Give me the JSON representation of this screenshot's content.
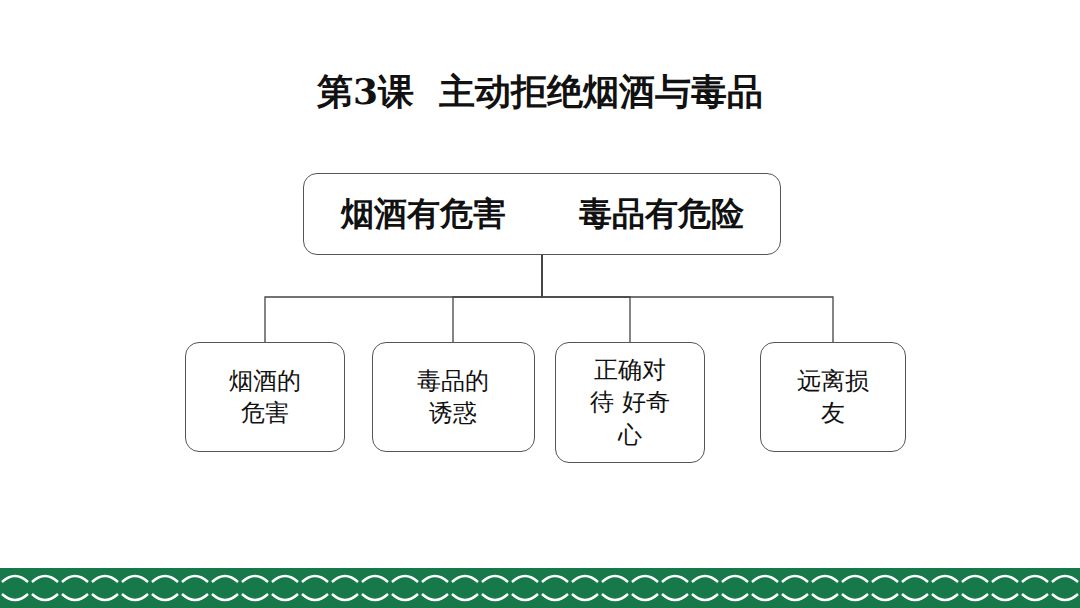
{
  "diagram": {
    "title": "第3课  主动拒绝烟酒与毒品",
    "nodes": [
      {
        "text": [
          "烟酒有危害",
          "毒品有危险"
        ]
      },
      {
        "text": [
          "烟酒的 危害"
        ]
      },
      {
        "text": [
          "毒品的 诱惑"
        ]
      },
      {
        "text": [
          "正确对待 好奇心"
        ]
      },
      {
        "text": [
          "远离损友"
        ]
      }
    ],
    "edges": [
      {
        "from": 0,
        "to": 1,
        "arrow": "none"
      },
      {
        "from": 0,
        "to": 2,
        "arrow": "none"
      },
      {
        "from": 0,
        "to": 3,
        "arrow": "none"
      },
      {
        "from": 0,
        "to": 4,
        "arrow": "none"
      }
    ]
  }
}
